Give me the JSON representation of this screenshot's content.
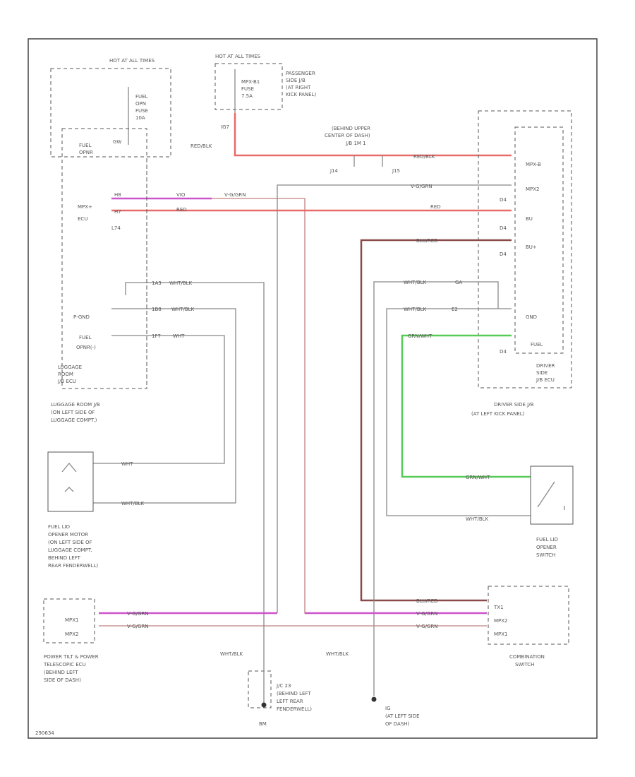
{
  "components": {
    "hot_at_all_times_left": "HOT AT ALL TIMES",
    "fuse_fuel_opn": [
      "FUEL",
      "OPN",
      "FUSE",
      "10A"
    ],
    "hot_at_all_times_top": "HOT AT ALL TIMES",
    "fuse_mpx_b1": [
      "MPX-B1",
      "FUSE",
      "7.5A"
    ],
    "passenger_jb": [
      "PASSENGER",
      "SIDE J/B",
      "(AT RIGHT",
      "KICK PANEL)"
    ],
    "behind_center": [
      "(BEHIND UPPER",
      "CENTER OF DASH)"
    ],
    "fuel_opnr": [
      "FUEL",
      "OPNR"
    ],
    "mpx_ecu": [
      "MPX+",
      "ECU"
    ],
    "p_gnd": "P-GND",
    "fuel_opnr2": [
      "FUEL",
      "OPNR(-)"
    ],
    "luggage_jb_box": [
      "LUGGAGE",
      "ROOM",
      "J/B ECU"
    ],
    "luggage_jb_loc": [
      "LUGGAGE ROOM J/B",
      "(ON LEFT SIDE OF",
      "LUGGAGE COMPT.)"
    ],
    "driver_jb_pins": [
      "MPX-B",
      "MPX2",
      "BU",
      "BU+",
      "GND",
      "FUEL"
    ],
    "driver_jb_box": [
      "DRIVER",
      "SIDE",
      "J/B ECU"
    ],
    "driver_jb_loc": [
      "DRIVER SIDE J/B",
      "(AT LEFT KICK PANEL)"
    ],
    "fuel_lid_motor": [
      "FUEL LID",
      "OPENER MOTOR",
      "(ON LEFT SIDE OF",
      "LUGGAGE COMPT.",
      "BEHIND LEFT",
      "REAR FENDERWELL)"
    ],
    "fuel_lid_switch": [
      "FUEL LID",
      "OPENER",
      "SWITCH"
    ],
    "power_tilt_pins": [
      "MPX1",
      "MPX2"
    ],
    "power_tilt": [
      "POWER TILT & POWER",
      "TELESCOPIC ECU",
      "(BEHIND LEFT",
      "SIDE OF DASH)"
    ],
    "combination_pins": [
      "TX1",
      "MPX2",
      "MPX1"
    ],
    "combination_switch": [
      "COMBINATION",
      "SWITCH"
    ],
    "ground_junction": [
      "J/C 23",
      "(BEHIND LEFT",
      "LEFT REAR",
      "FENDERWELL)"
    ],
    "ground_left_name": "BM",
    "ground_right": [
      "IG",
      "(AT LEFT SIDE",
      "OF DASH)"
    ],
    "diagram_id": "290634"
  },
  "wires": {
    "red_blk": "RED/BLK",
    "red": "RED",
    "v_grn": "V-G/GRN",
    "vio": "VIO",
    "blu_red": "BLU/RED",
    "wht_blk": "WHT/BLK",
    "wht": "WHT",
    "grn_wht": "GRN/WHT"
  },
  "pins": {
    "j_top": "J/B 1M 1",
    "j14": "J14",
    "j15": "J15",
    "ig7": "IG7",
    "l74": "L74",
    "h8": "H8",
    "h7": "H7",
    "m_a": "1A3",
    "m_b": "1B8",
    "m_c": "1F7",
    "gw": "GW",
    "d4": "D4",
    "ga": "GA",
    "e2": "E2"
  },
  "colors": {
    "red": "#e86a6a",
    "violet": "#cc55cc",
    "brown": "#8a4a4a",
    "green": "#55cc55"
  }
}
